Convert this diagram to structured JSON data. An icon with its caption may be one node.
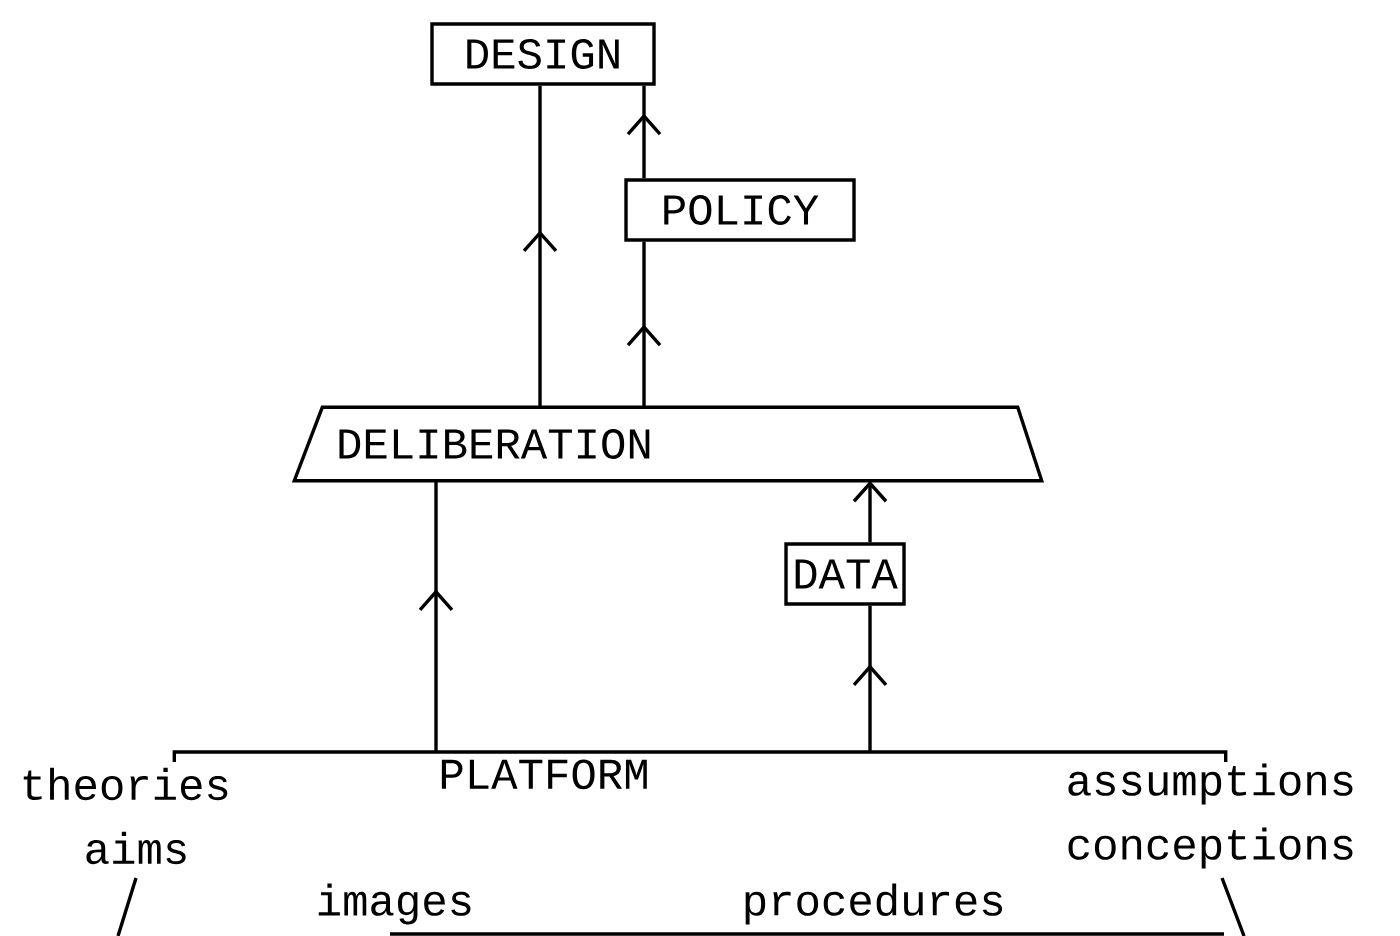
{
  "diagram": {
    "nodes": [
      {
        "text": [
          "DESIGN"
        ]
      },
      {
        "text": [
          "POLICY"
        ]
      },
      {
        "text": [
          "DELIBERATION"
        ]
      },
      {
        "text": [
          "DATA"
        ]
      },
      {
        "text": [
          "PLATFORM"
        ]
      }
    ],
    "edges": [
      {
        "from": 2,
        "to": 0,
        "arrow": "to"
      },
      {
        "from": 2,
        "to": 1,
        "arrow": "to"
      },
      {
        "from": 1,
        "to": 0,
        "arrow": "to"
      },
      {
        "from": 4,
        "to": 2,
        "arrow": "to"
      },
      {
        "from": 4,
        "to": 3,
        "arrow": "to"
      },
      {
        "from": 3,
        "to": 2,
        "arrow": "to"
      }
    ],
    "labels": [
      "theories",
      "assumptions",
      "aims",
      "conceptions",
      "images",
      "procedures"
    ]
  }
}
